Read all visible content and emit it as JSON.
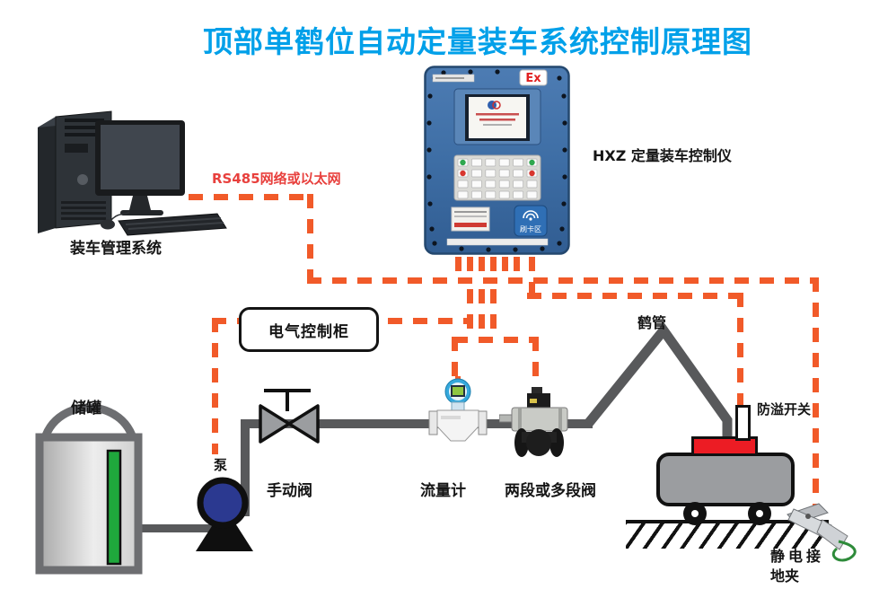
{
  "title": "顶部单鹤位自动定量装车系统控制原理图",
  "network_label": "RS485网络或以太网",
  "computer": {
    "label": "装车管理系统"
  },
  "controller": {
    "label": "HXZ 定量装车控制仪",
    "ex_badge": "Ex",
    "card_area": "刷卡区"
  },
  "cabinet": {
    "label": "电气控制柜"
  },
  "equipment": {
    "tank": "储罐",
    "pump": "泵",
    "manual_valve": "手动阀",
    "flow_meter": "流量计",
    "multi_valve": "两段或多段阀",
    "loading_arm": "鹤管",
    "overflow_switch": "防溢开关",
    "static_clamp_line1": "静电接",
    "static_clamp_line2": "地夹"
  },
  "colors": {
    "title_blue": "#00A0E9",
    "network_text_red": "#E8403D",
    "signal_wire_orange": "#F15A29",
    "pipe_gray": "#58595B",
    "pump_blue": "#2B3990",
    "truck_gray": "#9B9DA0",
    "hatch_red": "#EC1C24",
    "controller_blue": "#3E6EA5",
    "level_gauge_green": "#1FA83C"
  }
}
